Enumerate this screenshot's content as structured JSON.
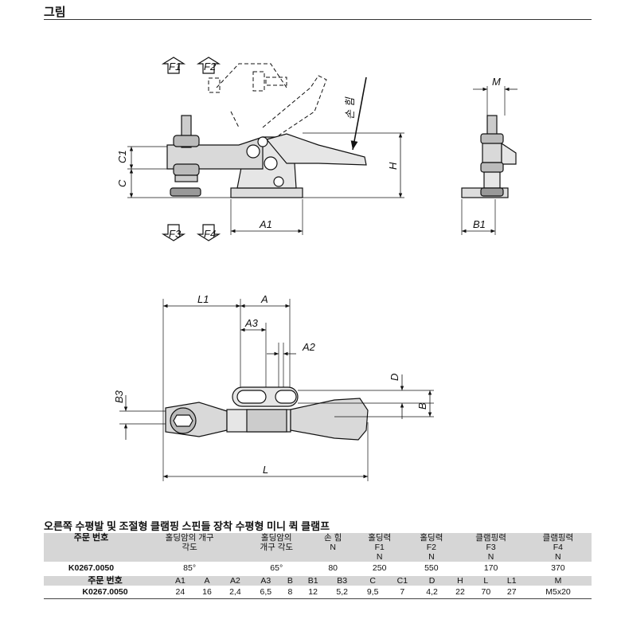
{
  "section_title": "그림",
  "labels": {
    "F1": "F1",
    "F2": "F2",
    "F3": "F3",
    "F4": "F4",
    "hand": "손 힘",
    "C1": "C1",
    "C": "C",
    "H": "H",
    "A1": "A1",
    "M": "M",
    "B1": "B1",
    "L1": "L1",
    "A": "A",
    "A3": "A3",
    "A2": "A2",
    "D": "D",
    "B": "B",
    "B3": "B3",
    "L": "L"
  },
  "product_title": "오른쪽 수평발 및 조절형 클램핑 스핀들 장착 수평형 미니 퀵 클램프",
  "table1": {
    "headers": [
      "주문 번호",
      "홀딩암의 개구\n각도",
      "홀딩암의\n개구 각도",
      "손 힘\nN",
      "홀딩력\nF1\nN",
      "홀딩력\nF2\nN",
      "클램핑력\nF3\nN",
      "클램핑력\nF4\nN"
    ],
    "row": [
      "K0267.0050",
      "85°",
      "65°",
      "80",
      "250",
      "550",
      "170",
      "370"
    ]
  },
  "table2": {
    "headers": [
      "주문 번호",
      "A1",
      "A",
      "A2",
      "A3",
      "B",
      "B1",
      "B3",
      "C",
      "C1",
      "D",
      "H",
      "L",
      "L1",
      "M"
    ],
    "row": [
      "K0267.0050",
      "24",
      "16",
      "2,4",
      "6,5",
      "8",
      "12",
      "5,2",
      "9,5",
      "7",
      "4,2",
      "22",
      "70",
      "27",
      "M5x20"
    ]
  }
}
